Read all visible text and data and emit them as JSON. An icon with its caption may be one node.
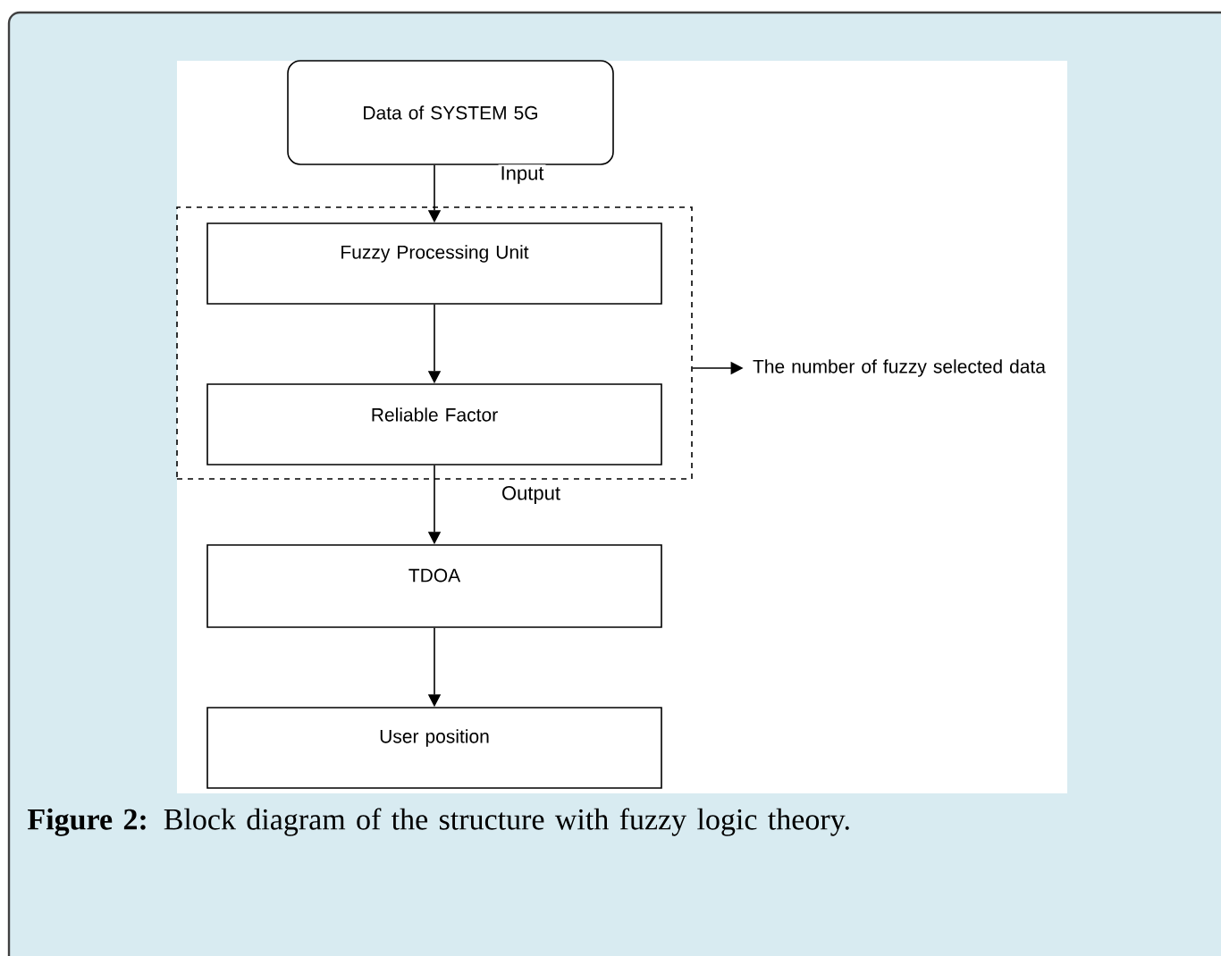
{
  "diagram": {
    "caption": "**Figure 2:** Block diagram of the structure with fuzzy logic theory.",
    "nodes": [
      {
        "text": [
          "Data of  SYSTEM 5G"
        ]
      },
      {
        "text": [],
        "shape": "box"
      },
      {
        "text": [
          "Fuzzy Processing Unit"
        ],
        "in": 1
      },
      {
        "text": [
          "Reliable Factor"
        ],
        "in": 1
      },
      {
        "text": [
          "TDOA"
        ]
      },
      {
        "text": [
          "User position"
        ]
      },
      {
        "text": [
          "The number of fuzzy selected data"
        ]
      }
    ],
    "edges": [
      {
        "from": 0,
        "to": 2,
        "arrow": "to",
        "label": "Input"
      },
      {
        "from": 2,
        "to": 3,
        "arrow": "to"
      },
      {
        "from": 3,
        "to": 4,
        "arrow": "to",
        "label": "Output"
      },
      {
        "from": 4,
        "to": 5,
        "arrow": "to"
      },
      {
        "from": 1,
        "to": 6,
        "arrow": "to"
      }
    ]
  }
}
